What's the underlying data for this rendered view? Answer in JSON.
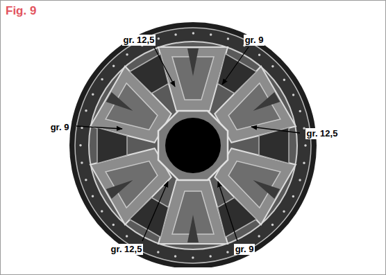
{
  "diagram": {
    "title": "Fig. 9",
    "labels": [
      "gr. 12,5",
      "gr. 9",
      "gr. 9",
      "gr. 12,5",
      "gr. 12,5",
      "gr. 9"
    ]
  }
}
